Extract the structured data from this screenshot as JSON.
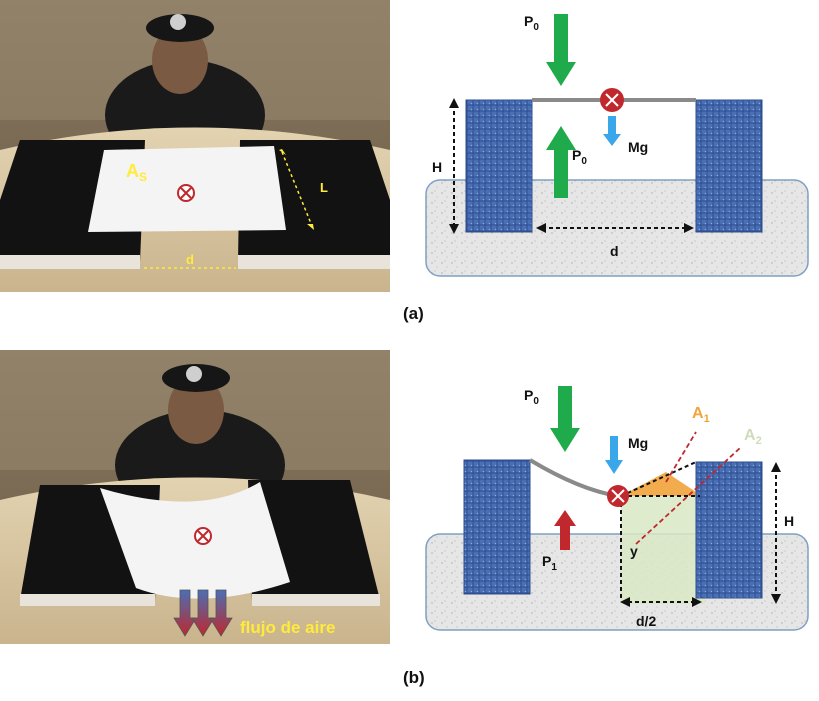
{
  "panel_a": {
    "caption": "(a)",
    "photo": {
      "area_label": "A",
      "area_sub": "S",
      "length_label": "L",
      "gap_label": "d"
    },
    "diagram": {
      "p0_top_label": "P",
      "p0_top_sub": "0",
      "p0_under_label": "P",
      "p0_under_sub": "0",
      "mg_label": "Mg",
      "height_label": "H",
      "gap_label": "d"
    }
  },
  "panel_b": {
    "caption": "(b)",
    "photo": {
      "airflow_label": "flujo de aire"
    },
    "diagram": {
      "p0_label": "P",
      "p0_sub": "0",
      "p1_label": "P",
      "p1_sub": "1",
      "mg_label": "Mg",
      "a1_label": "A",
      "a1_sub": "1",
      "a2_label": "A",
      "a2_sub": "2",
      "y_label": "y",
      "height_label": "H",
      "half_gap_label": "d/2"
    }
  },
  "colors": {
    "green_arrow": "#1faa4c",
    "blue_arrow": "#3aa7ea",
    "red_arrow": "#c0282d",
    "block": "#4a6fb5",
    "base": "#e6e6e6",
    "base_outline": "#7fa0c4",
    "yellow_label": "#ffeb3b",
    "orange": "#f2a33a",
    "area_fill": "#d9e8c4"
  }
}
